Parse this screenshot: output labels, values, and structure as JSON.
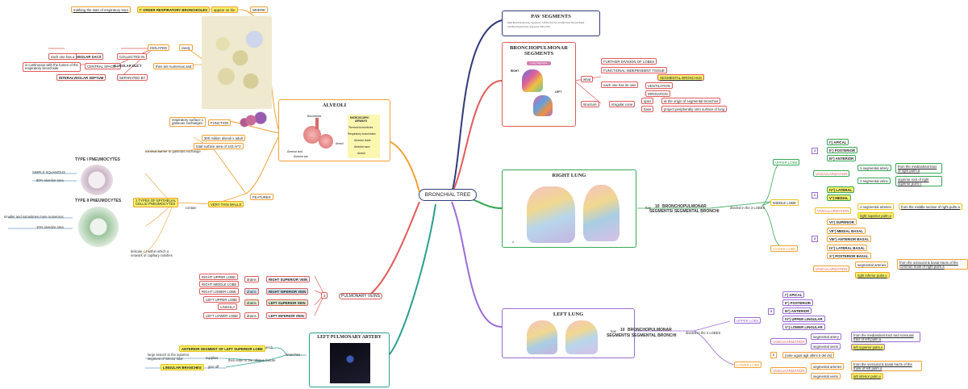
{
  "center": "BRONCHIAL TREE",
  "colors": {
    "red": "#e05a5a",
    "orange": "#f0a030",
    "green": "#34a853",
    "purple": "#9c6bd6",
    "navy": "#2f3a7a",
    "teal": "#2a9d8f",
    "highlight": "#f7f16a"
  },
  "pav": {
    "title": "PAV SEGMENTS",
    "line1": "Right Bronchopulmonary Segments: 3 APICO Ant Pos Lat Med Post Sup Ant Basal",
    "line2": "Left Bronchopulmonary Segments: PAV AUTO"
  },
  "bps": {
    "title1": "BRONCHOPULMONAR",
    "title2": "SEGMENTS",
    "img_top": "Lung Segments",
    "img_right": "RIGHT",
    "img_left": "LEFT",
    "what": "what",
    "structure": "structure",
    "further_division": "FURTHER DIVISION OF LOBES",
    "functional": "FUNCTIONAL INDEPENDENT TISSUE",
    "segmental_bronchus": "SEGMENTAL BRONCHUS",
    "each_own": "each one has its own",
    "ventilation": "VENTILATION",
    "irrigation": "IRRIGATION",
    "irregular_cone": "irregular cone",
    "apex": "apex",
    "apex_desc": "at the origin of segmental bronchus",
    "base": "base",
    "base_desc": "project peripherally onto surface of lung"
  },
  "right_lung": {
    "title": "RIGHT LUNG",
    "has": "has",
    "ten": "10",
    "bronchopulmonar": "BRONCHOPULMONAR",
    "segments": "SEGMENTS/ SEGMENTAL BRONCHI",
    "divided": "divided in the 3 LOBES",
    "upper": "UPPER LOBE",
    "middle": "MIDDLE LOBE",
    "lower": "LOWER LOBE",
    "n3": "3",
    "n2": "2",
    "n5": "5",
    "upper_segs": [
      "I°) APICAL",
      "II°) POSTERIOR",
      "III°) ANTERIOR"
    ],
    "middle_segs": [
      "IV°) LATERAL",
      "V°) MEDIAL"
    ],
    "lower_segs": [
      "VI°) SUPERIOR",
      "VII°) MEDIAL BASAL",
      "VIII°) ANTERIOR BASAL",
      "IX°) LATERAL BASAL",
      "X°) POSTERIOR BASAL"
    ],
    "vasc": "VASCULARIZATION",
    "upper_artery": "1 segmental artery",
    "upper_artery_from": "from the mediastinal tract of right pulm.a",
    "upper_veins": "3 segmental veins",
    "upper_veins_to": "superior root of right superior pulm.v",
    "middle_arteries": "2 segmental arteries",
    "middle_arteries_from": "from the middle section of right pulm.a",
    "middle_vein": "right superior pulm.v",
    "lower_arteries": "segmental arteries",
    "lower_arteries_from": "from the scissural & basal tracts of the common trunk of right pulm.a",
    "lower_vein": "right inferior pulm.v",
    "fig_label": "A"
  },
  "left_lung": {
    "title": "LEFT LUNG",
    "has": "has",
    "ten": "10",
    "bronchopulmonar": "BRONCHOPULMONAR",
    "segments": "SEGMENTS/ SEGMENTAL BRONCHI",
    "divided": "divided in the 2 LOBES",
    "upper": "UPPER LOBE",
    "lower": "LOWER LOBE",
    "n5": "5",
    "n5b": "5",
    "upper_segs": [
      "I°) APICAL",
      "II°) POSTERIOR",
      "III°) ANTERIOR",
      "IV°) UPPER LINGULAR",
      "V°) LOWER LINGULAR"
    ],
    "lower_note": "(note ugual agli ultimi 5 del dx)",
    "vasc": "VASCULARIZATION",
    "upper_artery": "segmental artery",
    "upper_artery_from": "from the mediastinal tract and scissural tract of left pulm.a",
    "upper_veins": "segmental veins",
    "upper_veins_to": "left superior pulm.v",
    "lower_arteries": "segmental arteries",
    "lower_arteries_from": "from the scissural & basal tracts of the trunk of left pulm.a",
    "lower_veins": "segmental veins",
    "lower_veins_to": "left inferior pulm.v"
  },
  "alveoli": {
    "title": "ALVEOLI",
    "bronchioles": "Bronchioles",
    "alveoli_lbl": "Alveoli",
    "alveolar_duct": "Alveolar duct",
    "alveolar_sac": "Alveolar sac",
    "micro": [
      "MICROSCOPIC",
      "AIRWAYS",
      "Terminal bronchioles",
      "Respiratory bronchioles",
      "Alveolar ducts",
      "Alveolar sacs",
      "Alveoli"
    ],
    "where": "WHERE",
    "appear": "appear on the",
    "first_order": "I° ORDER RESPIRATORY BRONCHIOLES",
    "marking": "marking the start of respiratory tract",
    "isolated": "ISOLATED",
    "rarely": "rarely",
    "sacs": "ALVEOLAR SACS",
    "each_one": "each one has a",
    "collected": "COLLECTED IN",
    "central": "CENTRAL SPACE =",
    "duct": "ALVEOLAR DUCT",
    "continuous": "is continuous with the lumen of the",
    "continuous2": "respiratory bronchiole",
    "numerous": "then are numerous and",
    "septum": "INTERALVEOLAR SEPTUM",
    "separated": "SEPARATED BY",
    "function": "FUNCTION",
    "resp_surface": "respiratory surface x",
    "resp_surface2": "gaseous exchanges",
    "features": "FEATURES",
    "million": "300 million alveoli x adult",
    "area": "total surface area of 143 m^2",
    "barrier": "minimal barrier to gaseous exchange",
    "thin": "VERY THIN WALLS",
    "contain": "contain",
    "two_types": "2 TYPES OF EPITHELIAL",
    "two_types2": "CELLS/ PNEUMOCYTES",
    "delicate": "delicate c.t within which a",
    "delicate2": "network of capillary ramifies"
  },
  "pneumocytes": {
    "type1": "TYPE I PNEUMOCYTES",
    "simple": "SIMPLE SQUAMOUS",
    "p90": "90% alveolar area",
    "type2": "TYPE II PNEUMOCYTES",
    "smaller": "smaller and sometimes more numerous",
    "p10": "10% alveolar area"
  },
  "veins": {
    "label": "PULMONARY VEINS",
    "four": "4",
    "drains": "drains",
    "rows": [
      {
        "src": "RIGHT UPPER LOBE",
        "dst": "RIGHT SUPERIOR VEIN"
      },
      {
        "src": "RIGHT MIDDLE LOBE",
        "dst": ""
      },
      {
        "src": "RIGHT LOWER LOBE",
        "dst": "RIGHT INFERIOR VEIN"
      },
      {
        "src": "LEFT UPPER LOBE",
        "dst": "LEFT SUPERIOR VEIN"
      },
      {
        "src": "LINGULA",
        "dst": ""
      },
      {
        "src": "LEFT LOWER LOBE",
        "dst": "LEFT INFERIOR VEIN"
      }
    ]
  },
  "lpa": {
    "title": "LEFT PULMONARY ARTERY",
    "branches": "branches",
    "first": "1° branch",
    "anterior": "ANTERIOR SEGMENT OF LEFT SUPERIOR LOBE",
    "then": "then enter in the oblique fissure",
    "supplies": "supplies",
    "large": "large branch to the superior",
    "large2": "segment of inferior lobe",
    "give": "give off",
    "lingular": "LINGULAR BRANCHES"
  }
}
